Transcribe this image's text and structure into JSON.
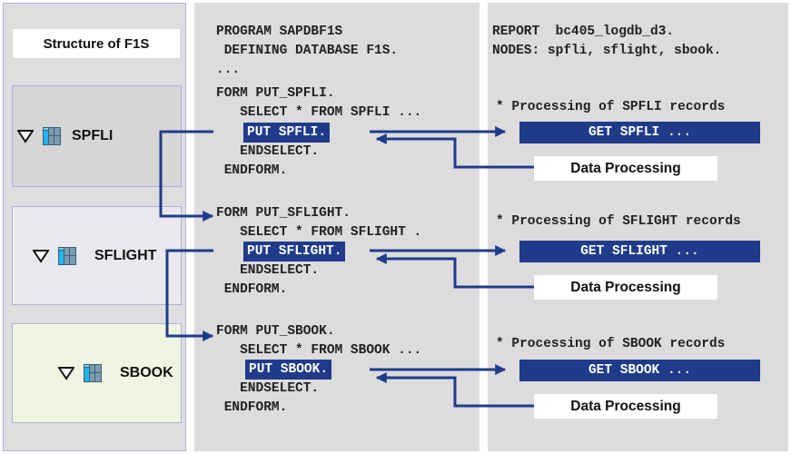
{
  "structure": {
    "title": "Structure of F1S",
    "nodes": [
      {
        "label": "SPFLI",
        "icon": "table-icon",
        "expander": "collapse-triangle-icon"
      },
      {
        "label": "SFLIGHT",
        "icon": "table-icon",
        "expander": "collapse-triangle-icon"
      },
      {
        "label": "SBOOK",
        "icon": "table-icon",
        "expander": "collapse-triangle-icon"
      }
    ]
  },
  "database_program": {
    "header": [
      "PROGRAM SAPDBF1S",
      " DEFINING DATABASE F1S.",
      "..."
    ],
    "forms": [
      {
        "form": "FORM PUT_SPFLI.",
        "select": "   SELECT * FROM SPFLI ...",
        "put": "PUT SPFLI.",
        "endselect": "   ENDSELECT.",
        "endform": " ENDFORM."
      },
      {
        "form": "FORM PUT_SFLIGHT.",
        "select": "   SELECT * FROM SFLIGHT .",
        "put": "PUT SFLIGHT.",
        "endselect": "   ENDSELECT.",
        "endform": " ENDFORM."
      },
      {
        "form": "FORM PUT_SBOOK.",
        "select": "   SELECT * FROM SBOOK ...",
        "put": "PUT SBOOK.",
        "endselect": "   ENDSELECT.",
        "endform": " ENDFORM."
      }
    ]
  },
  "report": {
    "header": [
      "REPORT  bc405_logdb_d3.",
      "NODES: spfli, sflight, sbook."
    ],
    "sections": [
      {
        "comment": "* Processing of SPFLI records",
        "get": "GET SPFLI ...",
        "processing": "Data Processing"
      },
      {
        "comment": "* Processing of SFLIGHT records",
        "get": "GET SFLIGHT ...",
        "processing": "Data Processing"
      },
      {
        "comment": "* Processing of SBOOK records",
        "get": "GET SBOOK ...",
        "processing": "Data Processing"
      }
    ]
  },
  "colors": {
    "accent": "#1f3b8a",
    "panel_bg": "#dcdcdc",
    "panel_border": "#a9b4d6",
    "sbook_bg": "#eff5e0",
    "sflight_bg": "#e9e9ed",
    "spfli_bg": "#d6d6d6"
  }
}
